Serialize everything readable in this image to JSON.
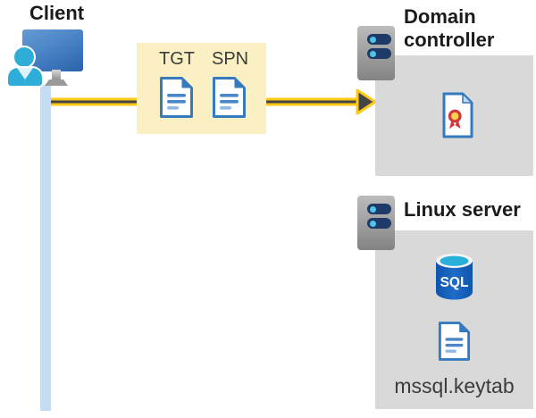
{
  "client": {
    "label": "Client"
  },
  "ticket_box": {
    "tgt_label": "TGT",
    "spn_label": "SPN"
  },
  "domain_controller": {
    "label": "Domain controller"
  },
  "linux_server": {
    "label": "Linux server",
    "sql_icon_label": "SQL",
    "keytab_label": "mssql.keytab"
  },
  "colors": {
    "arrow_yellow": "#ffc814",
    "arrow_dark": "#454545",
    "highlight_box_yellow": "#faf0c3",
    "zone_gray": "#d9d9d9",
    "document_blue": "#3579be",
    "connection_line_blue": "#c4ddf4",
    "person_cyan": "#2fadd9",
    "sql_blue": "#1560b8",
    "certificate_red": "#d2383c",
    "certificate_gold": "#ffd24a"
  }
}
